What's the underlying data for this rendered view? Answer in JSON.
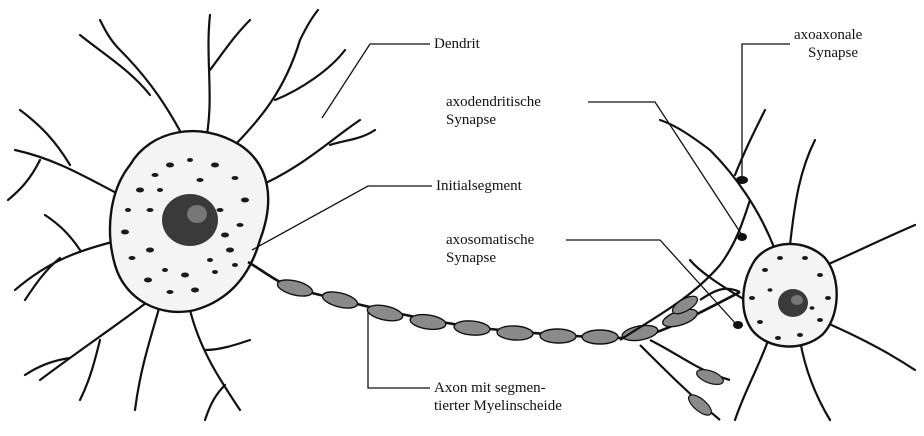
{
  "labels": {
    "dendrit": "Dendrit",
    "axoaxonale_1": "axoaxonale",
    "axoaxonale_2": "Synapse",
    "axodendritische_1": "axodendritische",
    "axodendritische_2": "Synapse",
    "initialsegment": "Initialsegment",
    "axosomatische_1": "axosomatische",
    "axosomatische_2": "Synapse",
    "axon_1": "Axon mit segmen-",
    "axon_2": "tierter Myelinscheide"
  },
  "colors": {
    "ink": "#111111",
    "background": "#ffffff",
    "myelin_fill": "#8a8a8a"
  }
}
